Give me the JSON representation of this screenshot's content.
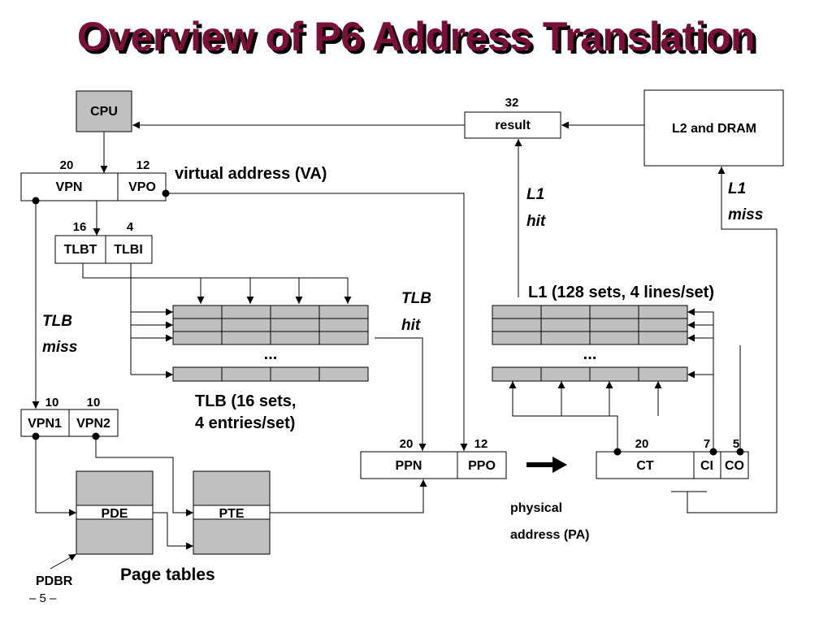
{
  "title": "Overview of P6 Address Translation",
  "cpu": "CPU",
  "result": {
    "label": "result",
    "bits": "32"
  },
  "l2": "L2 and DRAM",
  "va": {
    "label": "virtual address (VA)",
    "vpn": "VPN",
    "vpo": "VPO",
    "vpn_bits": "20",
    "vpo_bits": "12"
  },
  "tlb_index": {
    "tlbt": "TLBT",
    "tlbi": "TLBI",
    "tlbt_bits": "16",
    "tlbi_bits": "4"
  },
  "vpn_split": {
    "vpn1": "VPN1",
    "vpn2": "VPN2",
    "vpn1_bits": "10",
    "vpn2_bits": "10"
  },
  "tlb": {
    "line1": "TLB (16 sets,",
    "line2": "4 entries/set)",
    "dots": "..."
  },
  "tlb_hit": {
    "line1": "TLB",
    "line2": "hit"
  },
  "tlb_miss": {
    "line1": "TLB",
    "line2": "miss"
  },
  "l1_hit": {
    "line1": "L1",
    "line2": "hit"
  },
  "l1_miss": {
    "line1": "L1",
    "line2": "miss"
  },
  "l1_cache": {
    "label": "L1 (128 sets, 4 lines/set)",
    "dots": "..."
  },
  "pa": {
    "ppn": "PPN",
    "ppo": "PPO",
    "ppn_bits": "20",
    "ppo_bits": "12",
    "label1": "physical",
    "label2": "address (PA)",
    "ct": "CT",
    "ci": "CI",
    "co": "CO",
    "ct_bits": "20",
    "ci_bits": "7",
    "co_bits": "5"
  },
  "page_tables": {
    "pde": "PDE",
    "pte": "PTE",
    "label": "Page tables",
    "pdbr": "PDBR"
  },
  "slide_number": "– 5 –",
  "colors": {
    "title": "#7a0f3a",
    "shade": "#c0c0c0"
  }
}
